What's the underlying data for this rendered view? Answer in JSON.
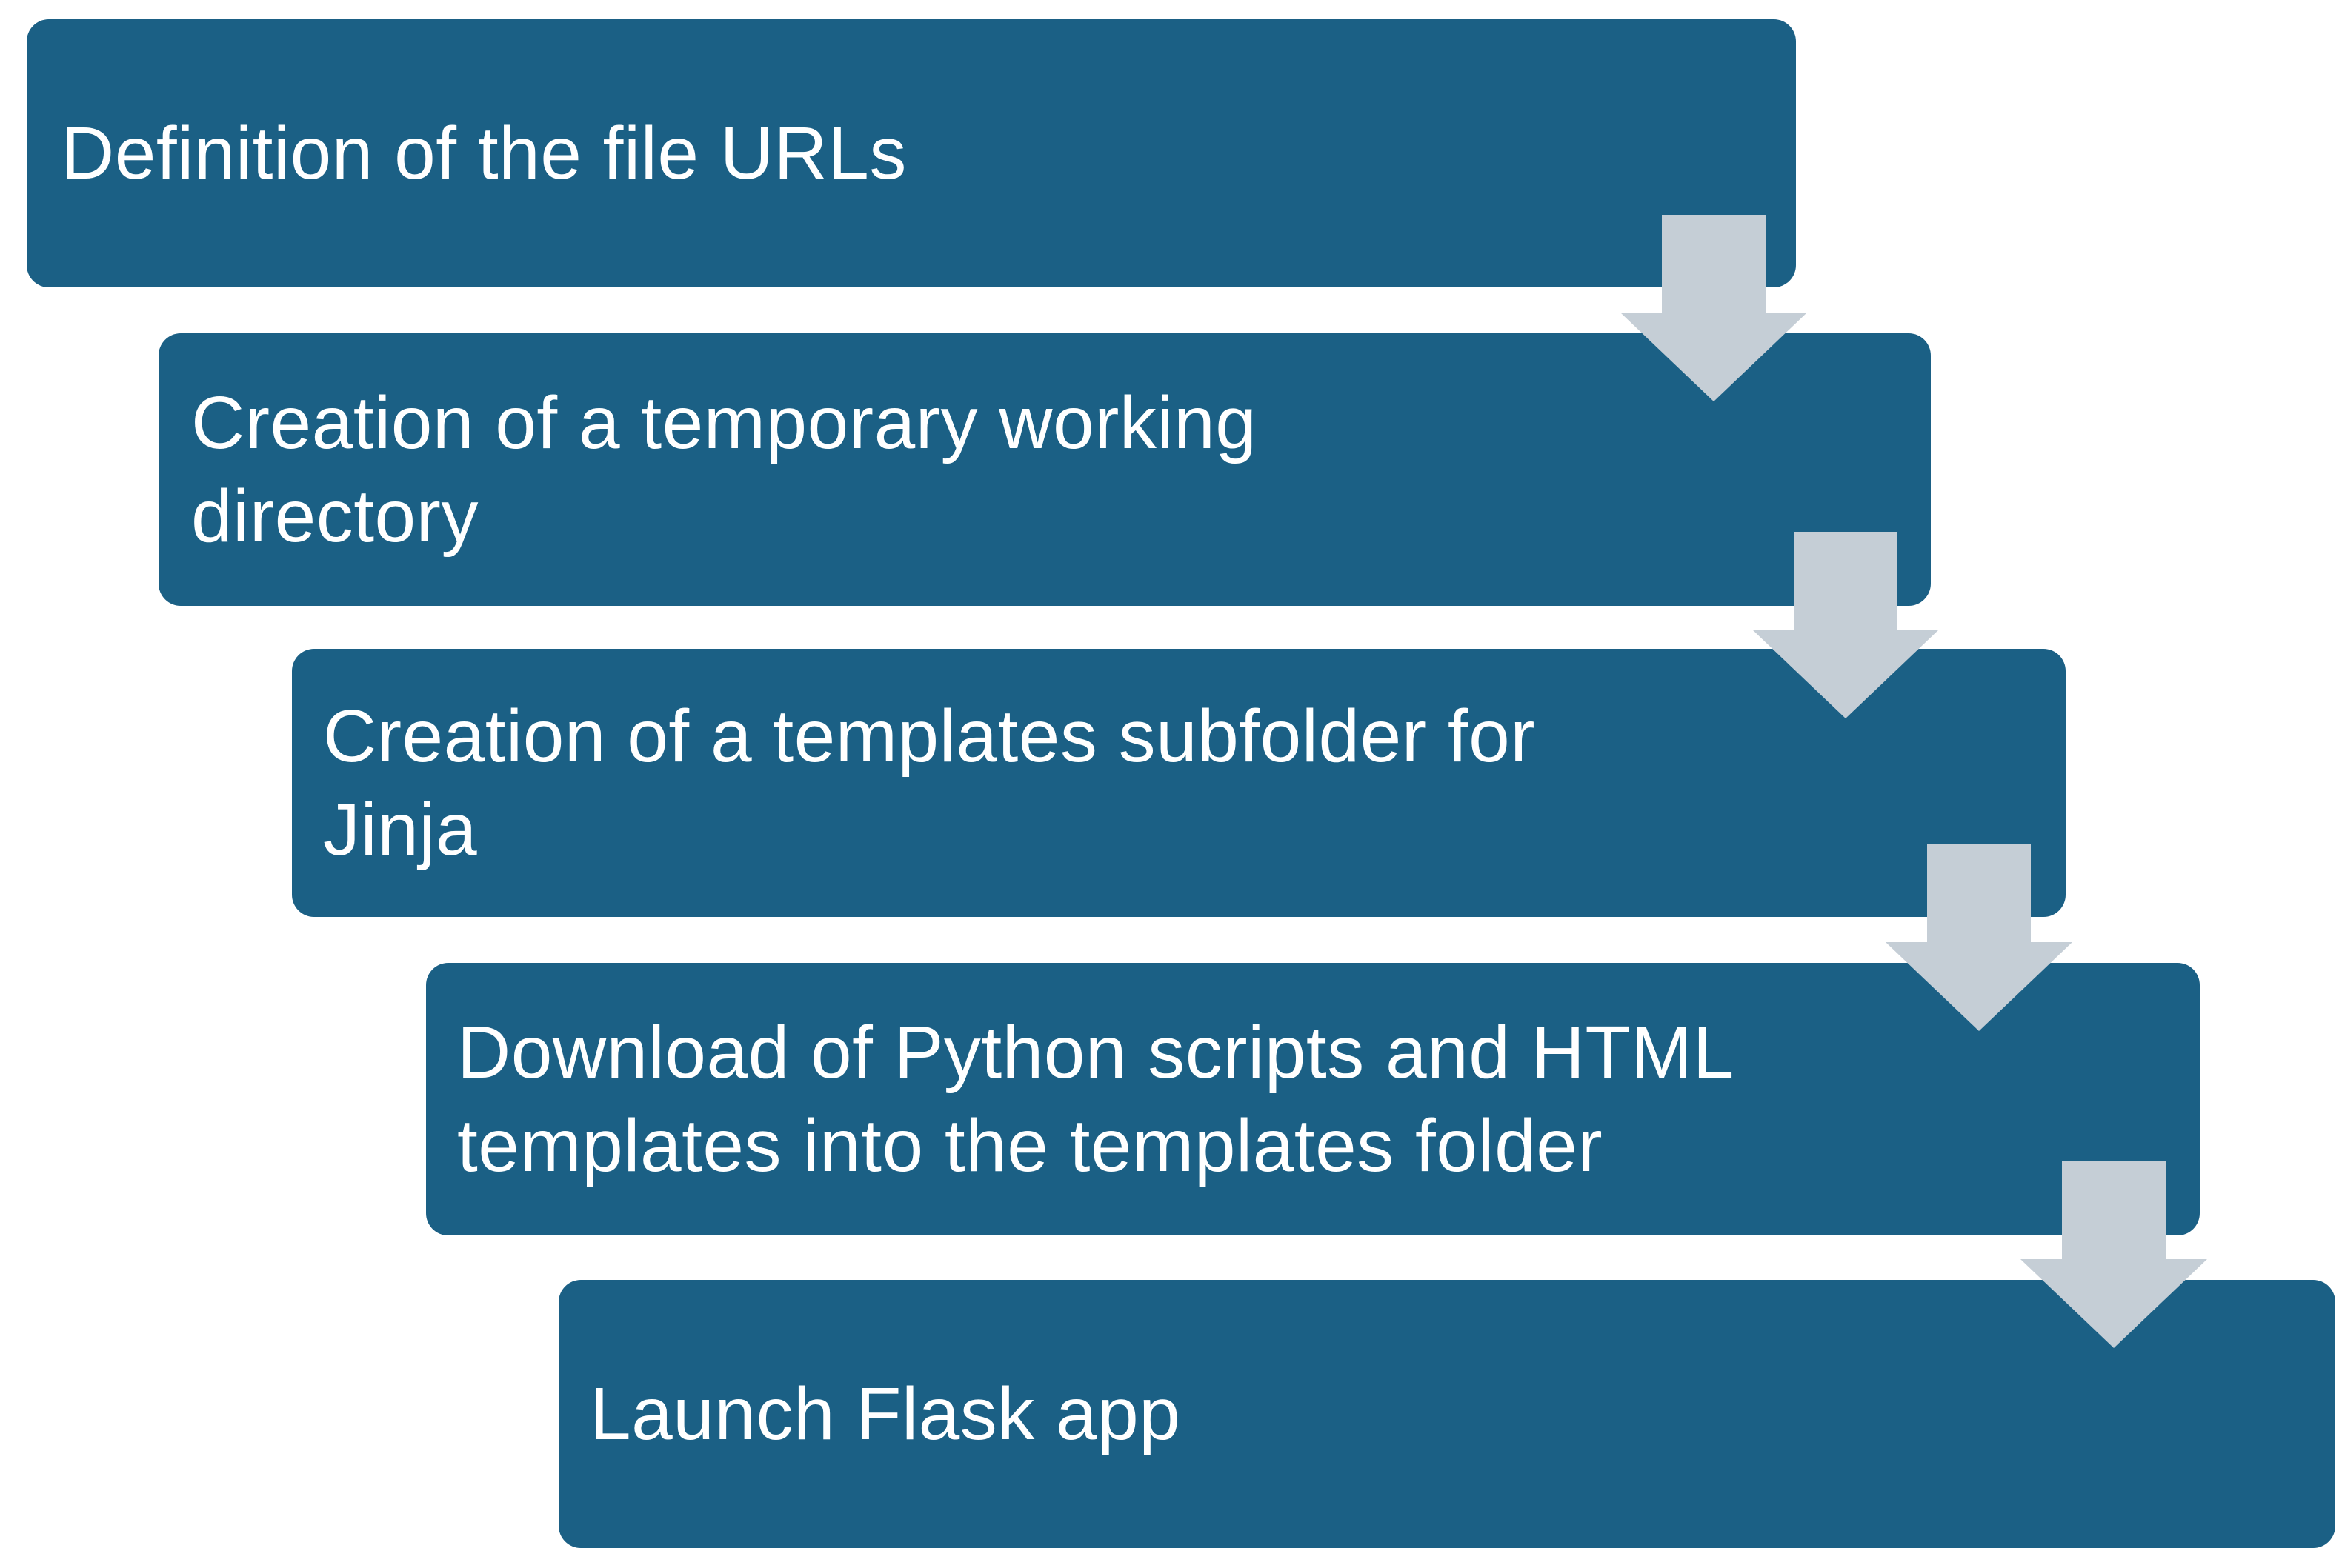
{
  "flowchart": {
    "steps": [
      {
        "label": "Definition of the file URLs"
      },
      {
        "label": "Creation of a temporary working directory"
      },
      {
        "label": "Creation of a templates subfolder for Jinja"
      },
      {
        "label": "Download of Python scripts and HTML templates into the templates folder"
      },
      {
        "label": "Launch Flask app"
      }
    ],
    "arrows": [
      {
        "icon": "down-arrow-icon"
      },
      {
        "icon": "down-arrow-icon"
      },
      {
        "icon": "down-arrow-icon"
      },
      {
        "icon": "down-arrow-icon"
      }
    ],
    "colors": {
      "box_fill": "#1b6085",
      "box_text": "#ffffff",
      "arrow_fill": "#c5ced6",
      "background": "#ffffff"
    }
  }
}
